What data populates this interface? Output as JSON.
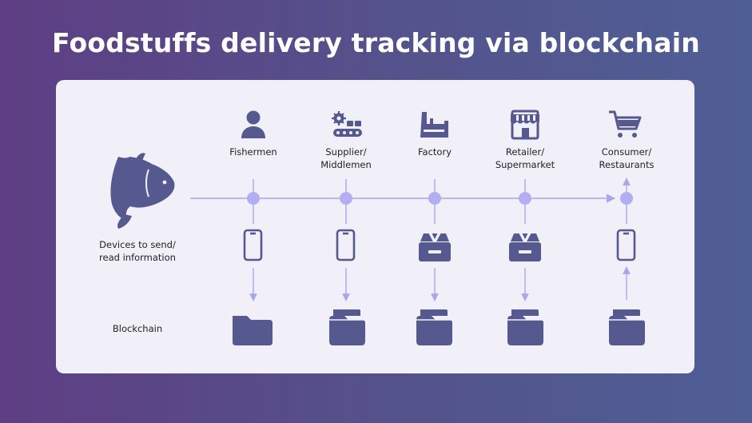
{
  "title": "Foodstuffs delivery tracking via blockchain",
  "colors": {
    "icon": "#55598f",
    "line": "#a9a6ec",
    "node": "#b3adf1",
    "panel": "#f1f0f8"
  },
  "source_icon": "fish-icon",
  "stages": [
    {
      "name_l1": "Fishermen",
      "name_l2": "",
      "icon": "person-icon",
      "device": "smartphone-icon"
    },
    {
      "name_l1": "Supplier/",
      "name_l2": "Middlemen",
      "icon": "conveyor-icon",
      "device": "smartphone-icon"
    },
    {
      "name_l1": "Factory",
      "name_l2": "",
      "icon": "factory-icon",
      "device": "scanner-icon"
    },
    {
      "name_l1": "Retailer/",
      "name_l2": "Supermarket",
      "icon": "store-icon",
      "device": "scanner-icon"
    },
    {
      "name_l1": "Consumer/",
      "name_l2": "Restaurants",
      "icon": "shopping-cart-icon",
      "device": "smartphone-icon"
    }
  ],
  "rows": {
    "devices_l1": "Devices to send/",
    "devices_l2": "read information",
    "blockchain": "Blockchain"
  }
}
